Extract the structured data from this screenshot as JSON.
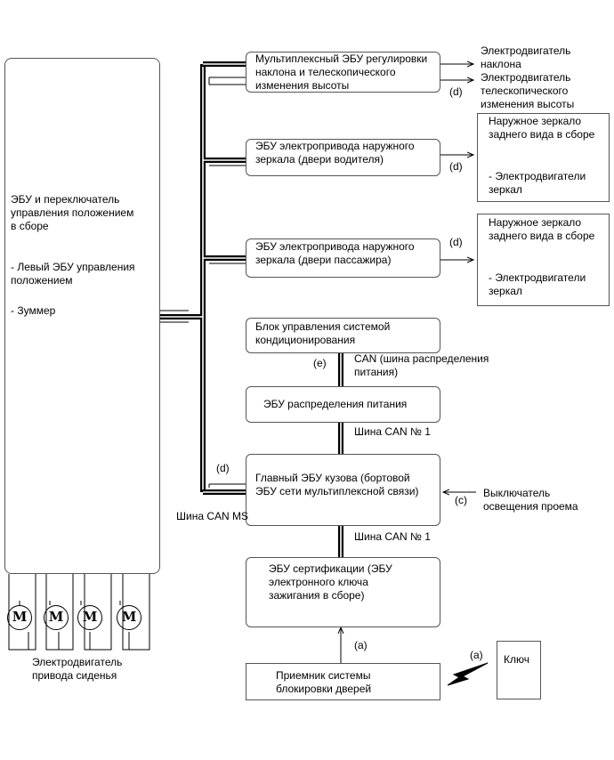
{
  "ecu_main": {
    "title": "ЭБУ и переключатель\nуправления положением\nв сборе",
    "item1": "- Левый ЭБУ управления\nположением",
    "item2": "- Зуммер"
  },
  "motors": {
    "symbol": "M",
    "caption": "Электродвигатель\nпривода сиденья"
  },
  "tilt_ecu": {
    "label": "Мультиплексный ЭБУ регулировки\nнаклона и телескопического\nизменения высоты",
    "out1": "Электродвигатель\nнаклона",
    "out2": "Электродвигатель\nтелескопического\nизменения высоты"
  },
  "mirror_driver": {
    "label": "ЭБУ электропривода наружного\nзеркала (двери водителя)",
    "out_title": "Наружное зеркало\nзаднего вида в сборе",
    "out_item": "- Электродвигатели\nзеркал"
  },
  "mirror_passenger": {
    "label": "ЭБУ электропривода наружного\nзеркала (двери пассажира)",
    "out_title": "Наружное зеркало\nзаднего вида в сборе",
    "out_item": "- Электродвигатели\nзеркал"
  },
  "ac_ecu": {
    "label": "Блок управления системой\nкондиционирования"
  },
  "power_ecu": {
    "label": "ЭБУ распределения питания"
  },
  "body_ecu": {
    "label": "Главный ЭБУ кузова (бортовой\nЭБУ сети мультиплексной связи)"
  },
  "cert_ecu": {
    "label": "ЭБУ сертификации (ЭБУ\nэлектронного ключа\nзажигания в сборе)"
  },
  "receiver": {
    "label": "Приемник системы\nблокировки дверей"
  },
  "key": {
    "label": "Ключ"
  },
  "door_switch": {
    "label": "Выключатель\nосвещения проема"
  },
  "bus_labels": {
    "can_power": "CAN (шина распределения\nпитания)",
    "can1_a": "Шина CAN № 1",
    "can1_b": "Шина CAN № 1",
    "can_ms": "Шина CAN MS"
  },
  "signal_labels": {
    "d1": "(d)",
    "d2": "(d)",
    "d3": "(d)",
    "d4": "(d)",
    "e": "(e)",
    "c": "(c)",
    "a1": "(a)",
    "a2": "(a)"
  }
}
